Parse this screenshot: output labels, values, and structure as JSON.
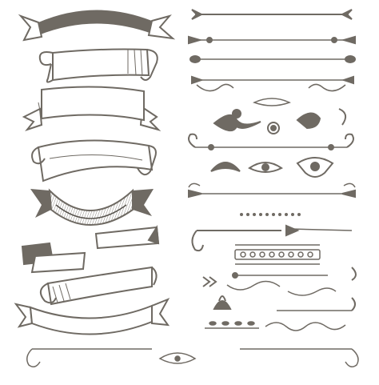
{
  "palette": {
    "ink": "#6f6a63",
    "ink_dark": "#57534d",
    "paper": "#ffffff",
    "shade": "#8a857e"
  },
  "sheet": {
    "banners": [
      {
        "name": "banner-arched-solid",
        "style": "solid-arch"
      },
      {
        "name": "banner-scroll-curled",
        "style": "outline-curl"
      },
      {
        "name": "banner-folded-straight",
        "style": "outline-folded"
      },
      {
        "name": "banner-wavy-scroll",
        "style": "outline-wave"
      },
      {
        "name": "banner-smile-dark",
        "style": "solid-smile"
      },
      {
        "name": "banner-split-ribbon",
        "style": "outline-split"
      },
      {
        "name": "banner-long-scroll",
        "style": "outline-long-curl"
      },
      {
        "name": "banner-bottom-arc",
        "style": "outline-arc"
      }
    ],
    "dividers": [
      "arrow-divider-1",
      "arrow-divider-2",
      "leaf-divider",
      "arrow-scroll-divider",
      "filigree-ornaments",
      "swirl-divider",
      "crest-ornaments",
      "arrow-swirl-divider",
      "pearl-chain",
      "hook-divider",
      "beaded-band",
      "chevron-divider",
      "swirl-line-divider",
      "fleur-ornament",
      "laurel-vine",
      "corner-flourish-divider"
    ]
  }
}
